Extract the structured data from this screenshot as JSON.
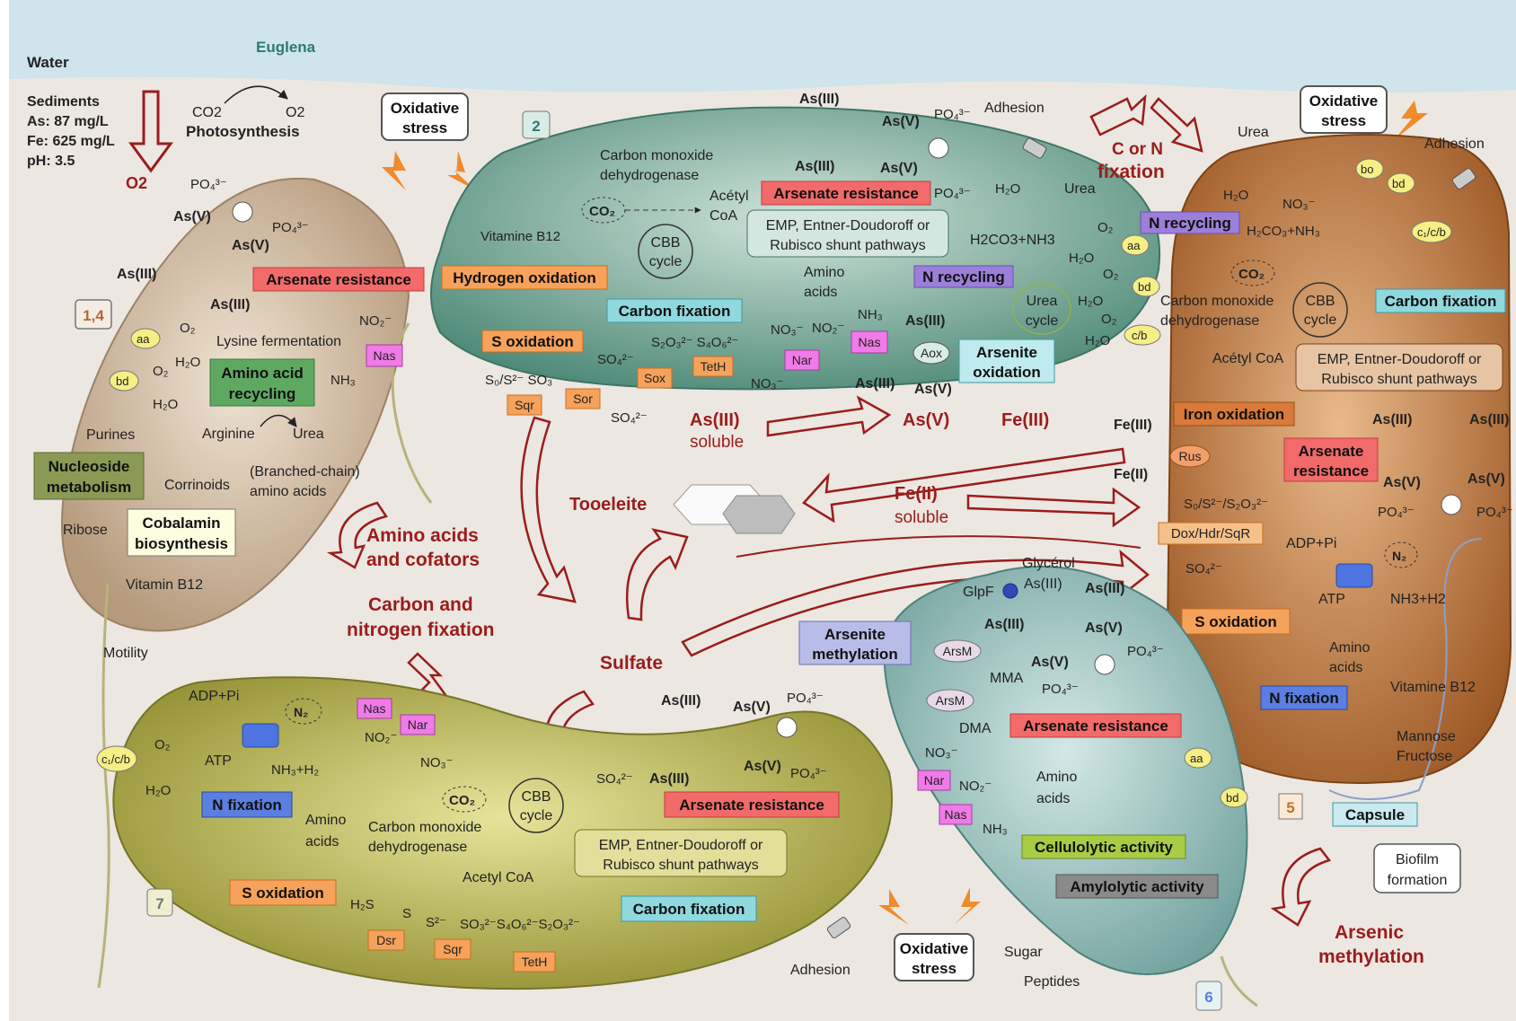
{
  "environment": {
    "water_label": "Water",
    "euglena_label": "Euglena",
    "sediments": [
      "Sediments",
      "As: 87 mg/L",
      "Fe: 625 mg/L",
      "pH: 3.5"
    ],
    "photosynthesis": "Photosynthesis",
    "co2": "CO2",
    "o2": "O2",
    "oxidative_stress": [
      "Oxidative",
      "stress"
    ]
  },
  "cell_14": {
    "id": "1,4",
    "arsenate_resistance": "Arsenate resistance",
    "amino_acid_recycling": [
      "Amino acid",
      "recycling"
    ],
    "nucleoside_metabolism": [
      "Nucleoside",
      "metabolism"
    ],
    "cobalamin_biosynthesis": [
      "Cobalamin",
      "biosynthesis"
    ],
    "lysine": "Lysine fermentation",
    "purines": "Purines",
    "ribose": "Ribose",
    "corrinoids": "Corrinoids",
    "arginine": "Arginine",
    "urea": "Urea",
    "branched": [
      "(Branched-chain)",
      "amino acids"
    ],
    "vitamin_b12": "Vitamin B12",
    "motility": "Motility",
    "nas": "Nas",
    "as3": "As(III)",
    "as5": "As(V)"
  },
  "cell_2": {
    "id": "2",
    "codh": [
      "Carbon monoxide",
      "dehydrogenase"
    ],
    "acetyl": [
      "Acétyl",
      "CoA"
    ],
    "cbb": [
      "CBB",
      "cycle"
    ],
    "emp": [
      "EMP, Entner-Doudoroff or",
      "Rubisco shunt pathways"
    ],
    "arsenate_resistance": "Arsenate resistance",
    "vitamine_b12": "Vitamine B12",
    "hydrogen_oxidation": "Hydrogen oxidation",
    "carbon_fixation": "Carbon fixation",
    "s_oxidation": "S oxidation",
    "n_recycling": "N recycling",
    "urea_cycle": [
      "Urea",
      "cycle"
    ],
    "arsenite_oxidation": [
      "Arsenite",
      "oxidation"
    ],
    "amino_acids": [
      "Amino",
      "acids"
    ],
    "adhesion": "Adhesion",
    "urea": "Urea",
    "h2co3": "H2CO3+NH3",
    "tags": {
      "sqr": "Sqr",
      "sor": "Sor",
      "sox": "Sox",
      "teth": "TetH",
      "nar": "Nar",
      "nas": "Nas",
      "aox": "Aox"
    }
  },
  "cell_5": {
    "id": "5",
    "urea": "Urea",
    "adhesion": "Adhesion",
    "n_recycling": "N recycling",
    "carbon_fixation": "Carbon fixation",
    "codh": [
      "Carbon monoxide",
      "dehydrogenase"
    ],
    "acetyl": "Acétyl CoA",
    "emp": [
      "EMP, Entner-Doudoroff or",
      "Rubisco shunt pathways"
    ],
    "iron_oxidation": "Iron oxidation",
    "arsenate_resistance": [
      "Arsenate",
      "resistance"
    ],
    "dox": "Dox/Hdr/SqR",
    "s_oxidation": "S oxidation",
    "n_fixation": "N fixation",
    "amino_acids": [
      "Amino",
      "acids"
    ],
    "vitamine_b12": "Vitamine B12",
    "mannose": [
      "Mannose",
      "Fructose"
    ],
    "capsule": "Capsule",
    "biofilm": [
      "Biofilm",
      "formation"
    ],
    "adp": "ADP+Pi",
    "atp": "ATP",
    "nh3h2": "NH3+H2",
    "rus": "Rus",
    "fe3": "Fe(III)",
    "fe2": "Fe(II)",
    "cbb": [
      "CBB",
      "cycle"
    ]
  },
  "cell_6": {
    "id": "6",
    "glycerol": "Glycérol",
    "glpf": "GlpF",
    "arsenite_methylation": [
      "Arsenite",
      "methylation"
    ],
    "arsm": "ArsM",
    "mma": "MMA",
    "dma": "DMA",
    "arsenate_resistance": "Arsenate resistance",
    "cellulolytic": "Cellulolytic activity",
    "amylolytic": "Amylolytic activity",
    "sugar": "Sugar",
    "peptides": "Peptides",
    "amino_acids": [
      "Amino",
      "acids"
    ],
    "nar": "Nar",
    "nas": "Nas"
  },
  "cell_7": {
    "id": "7",
    "adp": "ADP+Pi",
    "atp": "ATP",
    "n_fixation": "N fixation",
    "amino_acids": [
      "Amino",
      "acids"
    ],
    "codh": [
      "Carbon monoxide",
      "dehydrogenase"
    ],
    "acetyl": "Acetyl CoA",
    "cbb": [
      "CBB",
      "cycle"
    ],
    "emp": [
      "EMP, Entner-Doudoroff or",
      "Rubisco shunt pathways"
    ],
    "arsenate_resistance": "Arsenate resistance",
    "carbon_fixation": "Carbon fixation",
    "s_oxidation": "S oxidation",
    "adhesion": "Adhesion",
    "nas": "Nas",
    "nar": "Nar",
    "dsr": "Dsr",
    "sqr": "Sqr",
    "teth": "TetH"
  },
  "center": {
    "as3_soluble": [
      "As(III)",
      "soluble"
    ],
    "as5": "As(V)",
    "fe3": "Fe(III)",
    "fe2_soluble": [
      "Fe(II)",
      "soluble"
    ],
    "tooeleite": "Tooeleite",
    "sulfate": "Sulfate",
    "amino_cofators": [
      "Amino acids",
      "and cofators"
    ],
    "carbon_nitrogen": [
      "Carbon and",
      "nitrogen fixation"
    ],
    "c_or_n": [
      "C or N",
      "fixation"
    ],
    "arsenic_methylation": [
      "Arsenic",
      "methylation"
    ]
  },
  "colors": {
    "red_label": "#f26a6a",
    "orange_label": "#f6a25a",
    "teal_label": "#8fd8de",
    "purple_label": "#9b7fd9",
    "green_label": "#5fa862",
    "blue_label": "#5b7fe0",
    "arrow_red": "#9b1c1c"
  }
}
